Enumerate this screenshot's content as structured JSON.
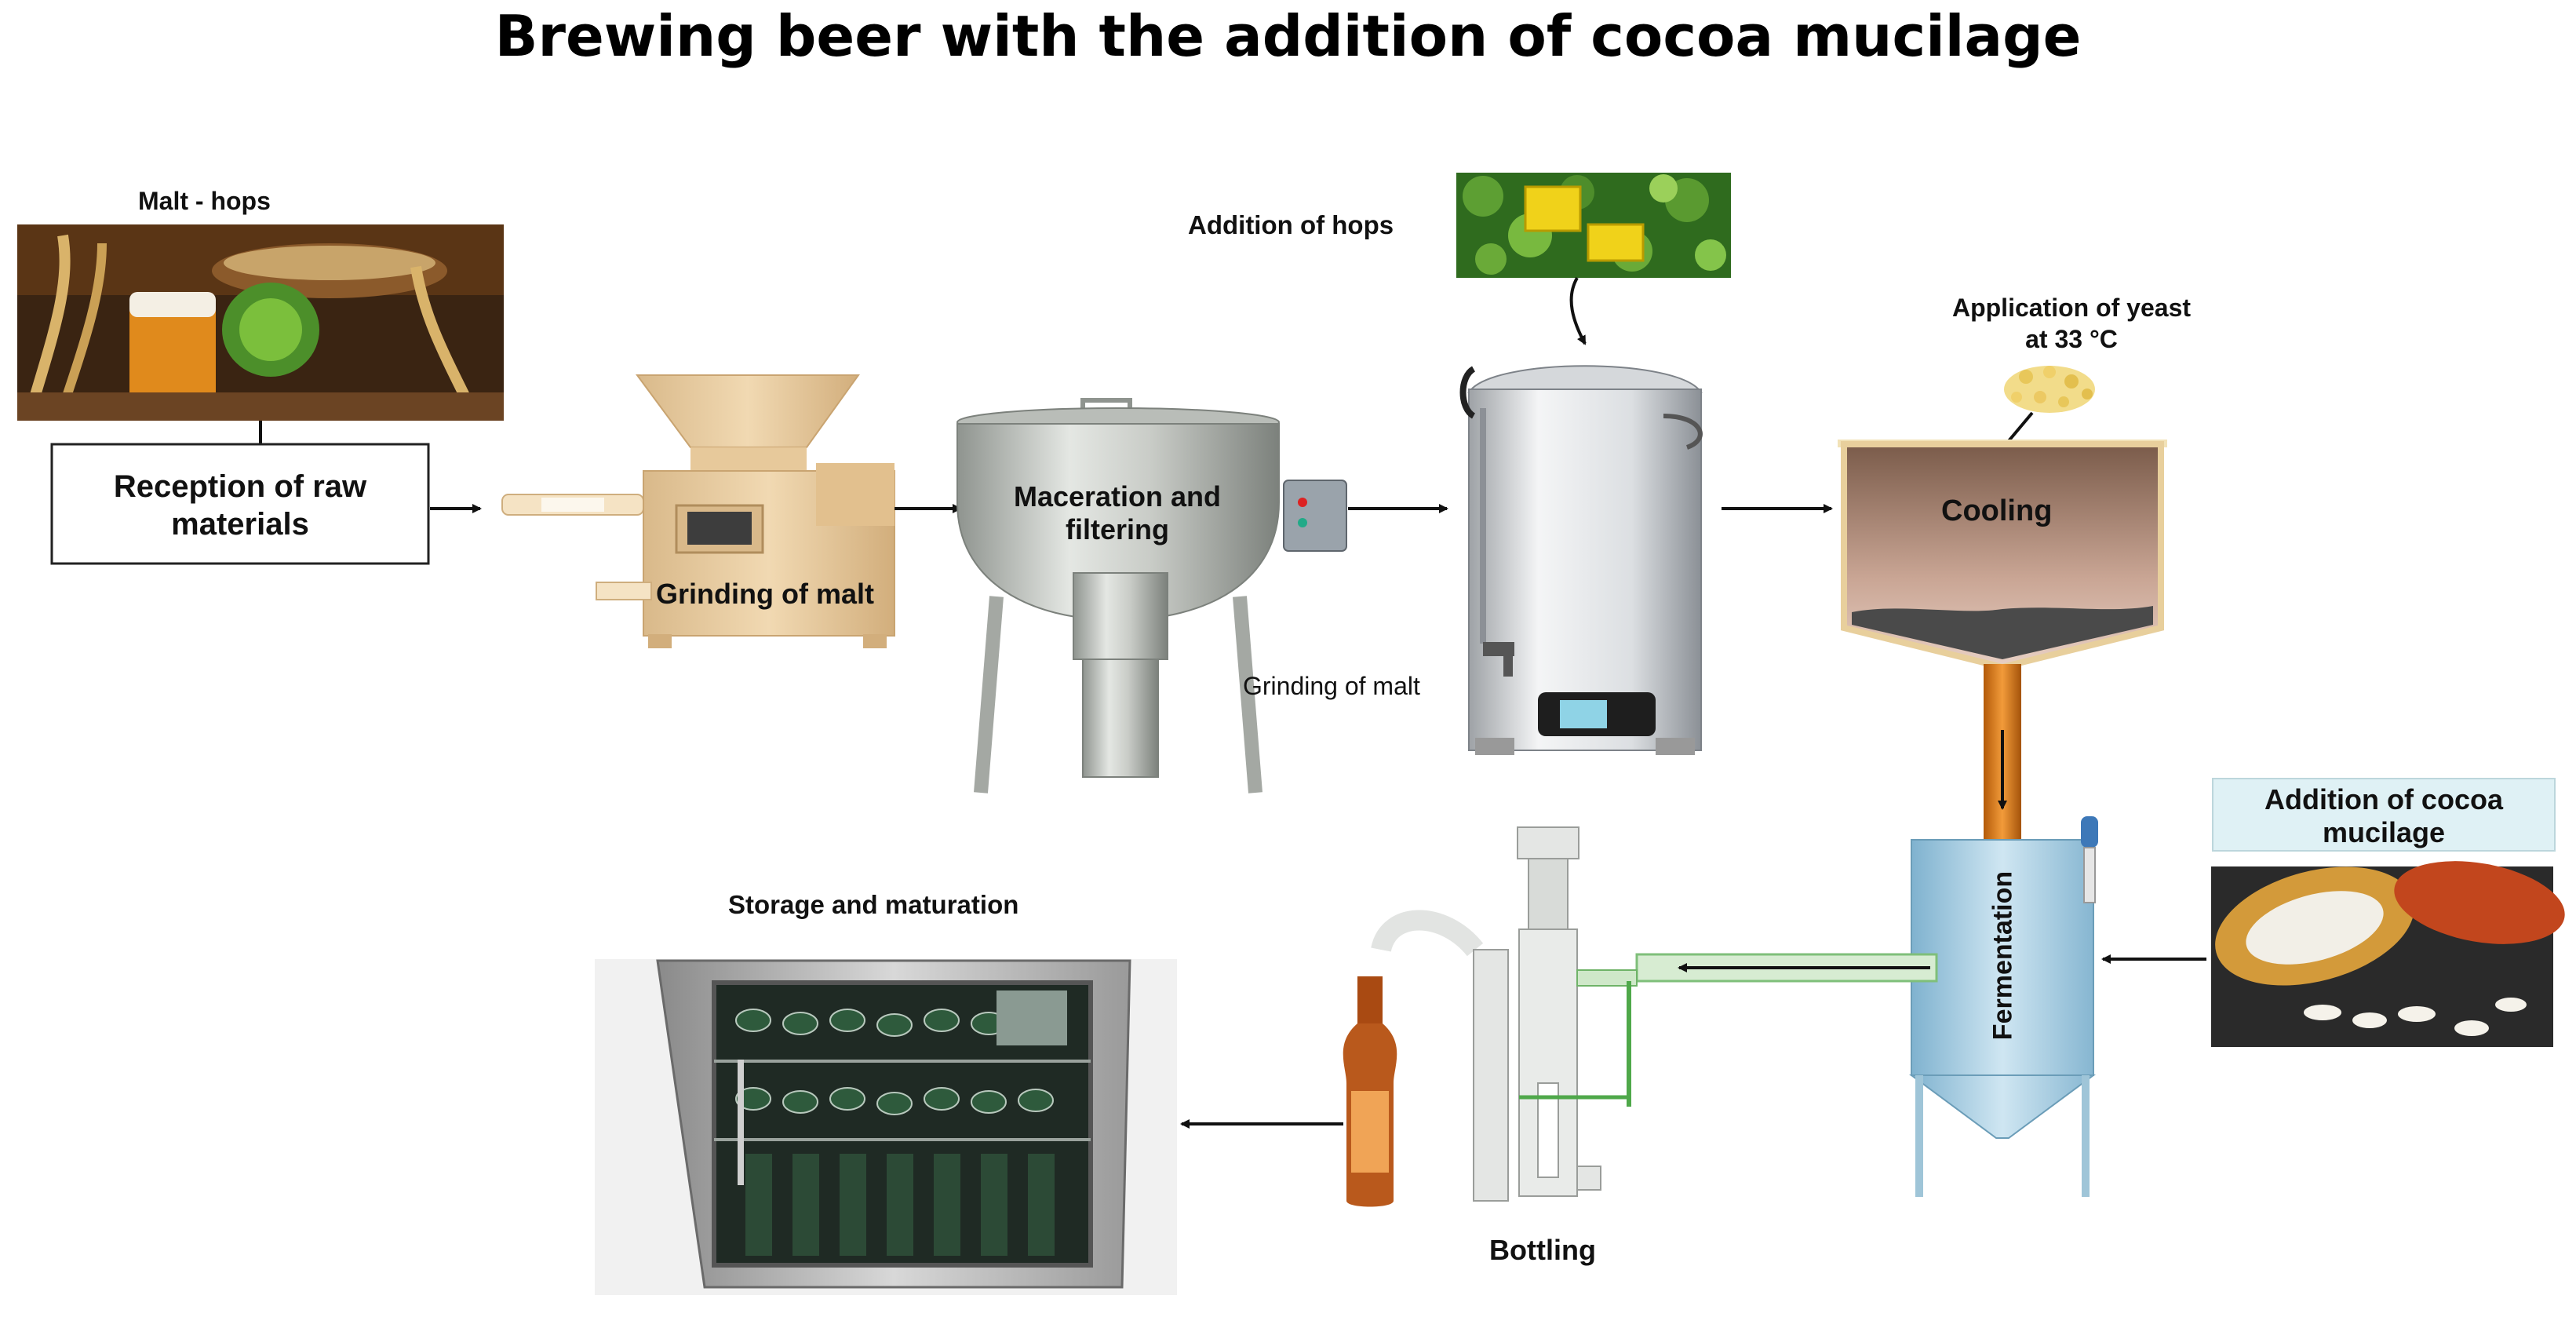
{
  "title": "Brewing beer with the addition of cocoa mucilage",
  "labels": {
    "malt_hops": "Malt - hops",
    "reception": "Reception of raw materials",
    "grinding": "Grinding of malt",
    "maceration": "Maceration and filtering",
    "addition_hops": "Addition of hops",
    "grinding_2": "Grinding of malt",
    "yeast_line1": "Application of yeast",
    "yeast_line2": "at 33 °C",
    "cooling": "Cooling",
    "cocoa": "Addition of cocoa mucilage",
    "fermentation": "Fermentation",
    "bottling": "Bottling",
    "storage": "Storage and maturation"
  },
  "icons": {
    "raw_materials": "malt-hops-beer-photo",
    "grinder": "malt-grinder",
    "mash_tank": "maceration-tank",
    "hops": "hops-photo",
    "boiler": "brew-kettle",
    "yeast": "yeast-granules",
    "cooling_tank": "cooling-vessel",
    "fermenter": "fermentation-tank",
    "cocoa": "cocoa-pod-photo",
    "bottler": "bottling-column",
    "bottle": "beer-bottle",
    "fridge": "bottle-cooler"
  }
}
